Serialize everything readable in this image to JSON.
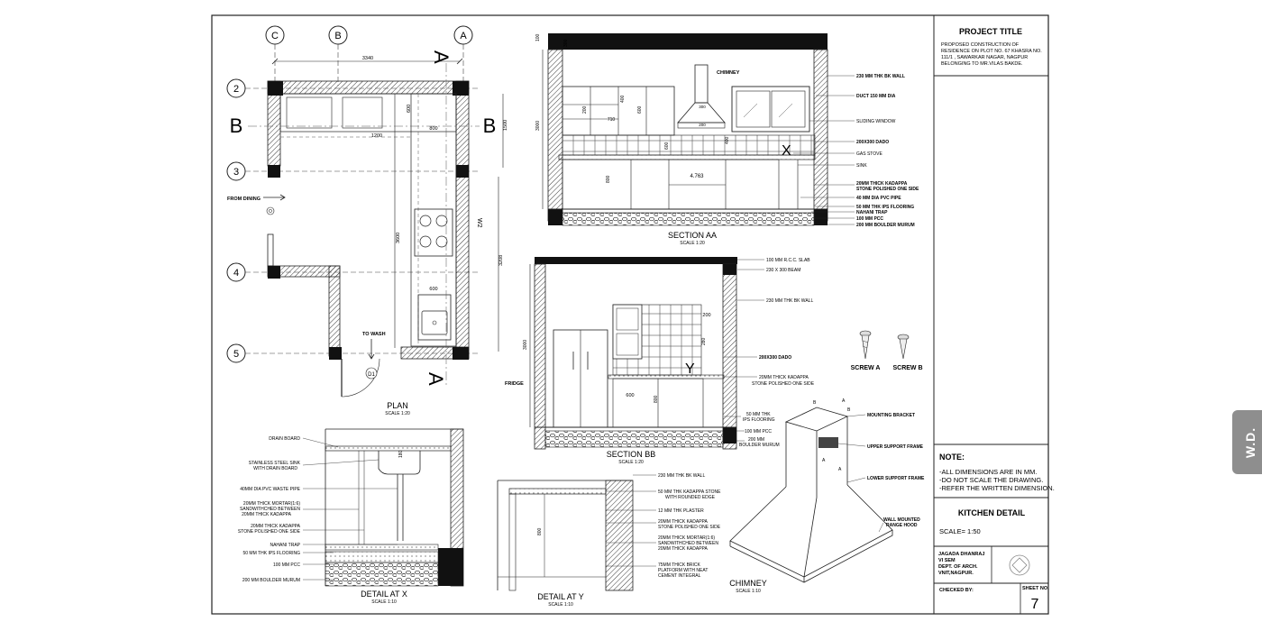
{
  "side_tab": "W.D.",
  "title_block": {
    "project_title_label": "PROJECT TITLE",
    "project_description": [
      "PROPOSED CONSTRUCTION OF",
      "RESIDENCE ON PLOT NO. 67 KHASRA NO.",
      "111/1 , SAWARKAR NAGAR, NAGPUR",
      "BELONGING TO MR.VILAS BAKDE."
    ],
    "note_label": "NOTE:",
    "notes": [
      "-ALL DIMENSIONS ARE IN MM.",
      "-DO NOT SCALE THE DRAWING.",
      "-REFER THE WRITTEN DIMENSION."
    ],
    "drawing_title": "KITCHEN DETAIL",
    "scale": "SCALE= 1:50",
    "author": [
      "JAGADA DHANRAJ",
      "VI SEM",
      "DEPT. OF ARCH.",
      "VNIT,NAGPUR."
    ],
    "checked_by": "CHECKED BY:",
    "sheet_no_label": "SHEET NO.",
    "sheet_no": "7"
  },
  "plan": {
    "title": "PLAN",
    "scale": "SCALE 1:20",
    "grid_columns": [
      "C",
      "B",
      "A"
    ],
    "grid_rows": [
      "2",
      "3",
      "4",
      "5"
    ],
    "section_marks": {
      "a_top": "A",
      "a_bottom": "A",
      "b_left": "B",
      "b_right": "B"
    },
    "dims": [
      "3340",
      "600",
      "800",
      "1200",
      "1500",
      "3600",
      "3208",
      "600"
    ],
    "labels": {
      "from_dining": "FROM DINING",
      "to_wash": "TO WASH",
      "door": "D1",
      "window": "W2",
      "opening": "O"
    }
  },
  "section_aa": {
    "title": "SECTION AA",
    "scale": "SCALE 1:20",
    "chimney_label": "CHIMNEY",
    "marker": "X",
    "dims": [
      "100",
      "300",
      "3000",
      "400",
      "600",
      "200",
      "710",
      "600",
      "300",
      "800",
      "4.763",
      "200",
      "400"
    ],
    "labels": [
      "230 MM THK BK WALL",
      "DUCT 150 MM DIA",
      "SLIDING WINDOW",
      "200X300 DADO",
      "GAS STOVE",
      "SINK",
      "20MM THICK KADAPPA",
      "STONE POLISHED ONE SIDE",
      "40 MM DIA PVC PIPE",
      "50 MM THK IPS FLOORING",
      "NAHANI TRAP",
      "100 MM PCC",
      "200 MM BOULDER MURUM"
    ]
  },
  "section_bb": {
    "title": "SECTION BB",
    "scale": "SCALE 1:20",
    "fridge_label": "FRIDGE",
    "marker": "Y",
    "dims": [
      "3000",
      "600",
      "800",
      "200",
      "280"
    ],
    "labels": [
      "100 MM R.C.C. SLAB",
      "230 X 300 BEAM",
      "230 MM THK BK WALL",
      "200X300 DADO",
      "20MM THICK KADAPPA",
      "STONE POLISHED ONE SIDE",
      "50 MM THK",
      "IPS FLOORING",
      "100 MM PCC",
      "200 MM",
      "BOULDER MURUM"
    ]
  },
  "detail_x": {
    "title": "DETAIL AT X",
    "scale": "SCALE 1:10",
    "dims": [
      "180"
    ],
    "labels": [
      "DRAIN BOARD",
      "STAINLESS STEEL SINK",
      "WITH DRAIN BOARD",
      "40MM DIA PVC WASTE PIPE",
      "20MM THICK MORTAR(1:6)",
      "SANDWITHCHED BETWEEN",
      "20MM THICK KADAPPA",
      "20MM THICK KADAPPA",
      "STONE POLISHED ONE SIDE",
      "NAHANI TRAP",
      "50 MM THK IPS FLOORING",
      "100 MM PCC",
      "200 MM BOULDER MURUM"
    ]
  },
  "detail_y": {
    "title": "DETAIL AT Y",
    "scale": "SCALE 1:10",
    "dims": [
      "800"
    ],
    "labels": [
      "230 MM THK BK WALL",
      "50 MM THK KADAPPA STONE",
      "WITH ROUNDED EDGE",
      "12 MM THK PLASTER",
      "20MM THICK KADAPPA",
      "STONE POLISHED ONE SIDE",
      "20MM THICK MORTAR(1:6)",
      "SANDWITHCHED BETWEEN",
      "20MM THICK KADAPPA",
      "75MM THICK BRICK",
      "PLATFORM WITH NEAT",
      "CEMENT INTEGRAL"
    ]
  },
  "chimney_detail": {
    "title": "CHIMNEY",
    "scale": "SCALE 1:10",
    "screw_a": "SCREW A",
    "screw_b": "SCREW B",
    "labels": [
      "MOUNTING BRACKET",
      "UPPER SUPPORT FRAME",
      "LOWER SUPPORT FRAME",
      "WALL MOUNTED",
      "RANGE HOOD"
    ],
    "tags": [
      "A",
      "B",
      "B",
      "A",
      "A"
    ]
  }
}
